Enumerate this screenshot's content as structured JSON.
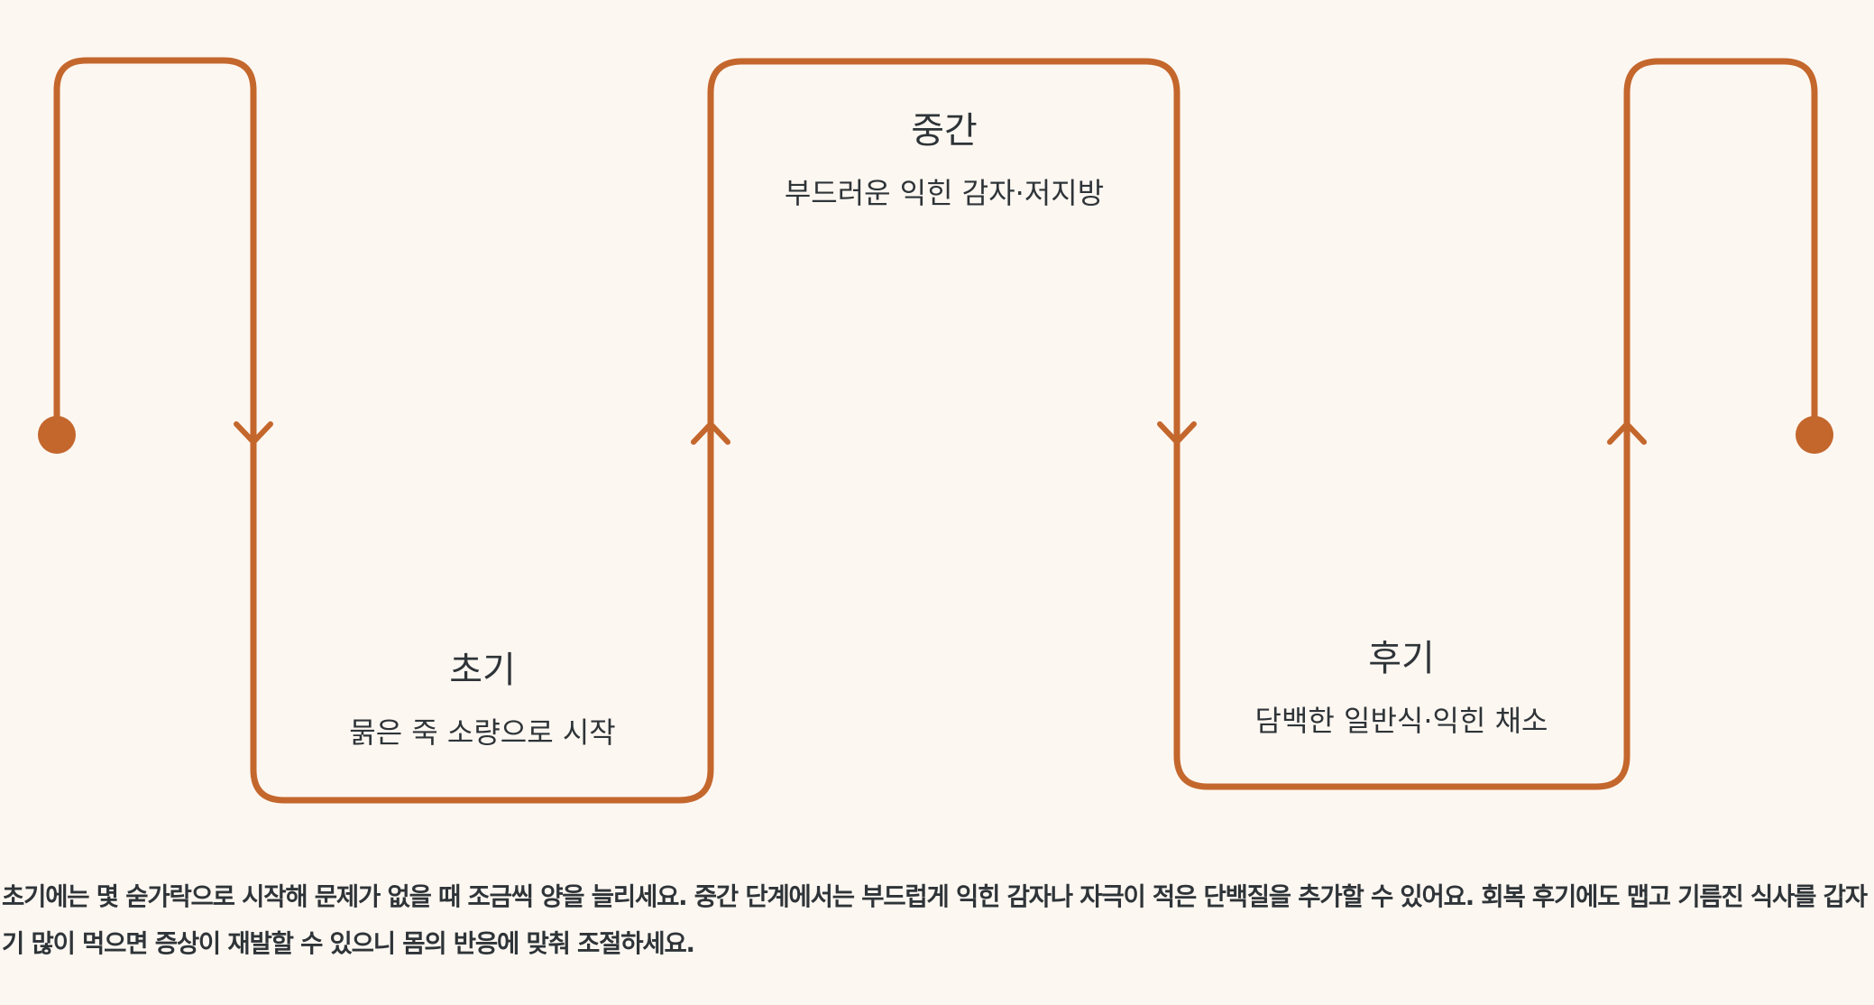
{
  "colors": {
    "background": "#fdf7f1",
    "path": "#c4672d",
    "text": "#2e3438"
  },
  "stages": [
    {
      "title": "초기",
      "description": "묽은 죽 소량으로 시작"
    },
    {
      "title": "중간",
      "description": "부드러운 익힌 감자·저지방"
    },
    {
      "title": "후기",
      "description": "담백한 일반식·익힌 채소"
    }
  ],
  "caption": "초기에는 몇 숟가락으로 시작해 문제가 없을 때 조금씩 양을 늘리세요. 중간 단계에서는 부드럽게 익힌 감자나 자극이 적은 단백질을 추가할 수 있어요. 회복 후기에도 맵고 기름진 식사를 갑자기 많이 먹으면 증상이 재발할 수 있으니 몸의 반응에 맞춰 조절하세요."
}
